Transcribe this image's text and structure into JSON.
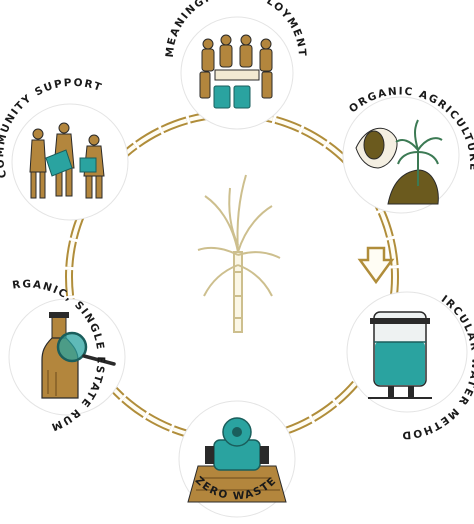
{
  "diagram": {
    "nodes": [
      {
        "id": "employment",
        "label": "MEANINGFUL EMPLOYMENT"
      },
      {
        "id": "agriculture",
        "label": "ORGANIC AGRICULTURE"
      },
      {
        "id": "water",
        "label": "CIRCULAR WATER METHODS"
      },
      {
        "id": "waste",
        "label": "ZERO WASTE"
      },
      {
        "id": "rums",
        "label": "ORGANIC, SINGLE ESTATE RUMS"
      },
      {
        "id": "community",
        "label": "COMMUNITY SUPPORT"
      }
    ],
    "center_icon": "sugarcane-plant-icon",
    "connector_style": "sugarcane-stalk-ring",
    "colors": {
      "gold": "#b08d3a",
      "teal": "#2aa3a0",
      "ink": "#2a2a2a",
      "leaf": "#cdbf8e"
    }
  }
}
